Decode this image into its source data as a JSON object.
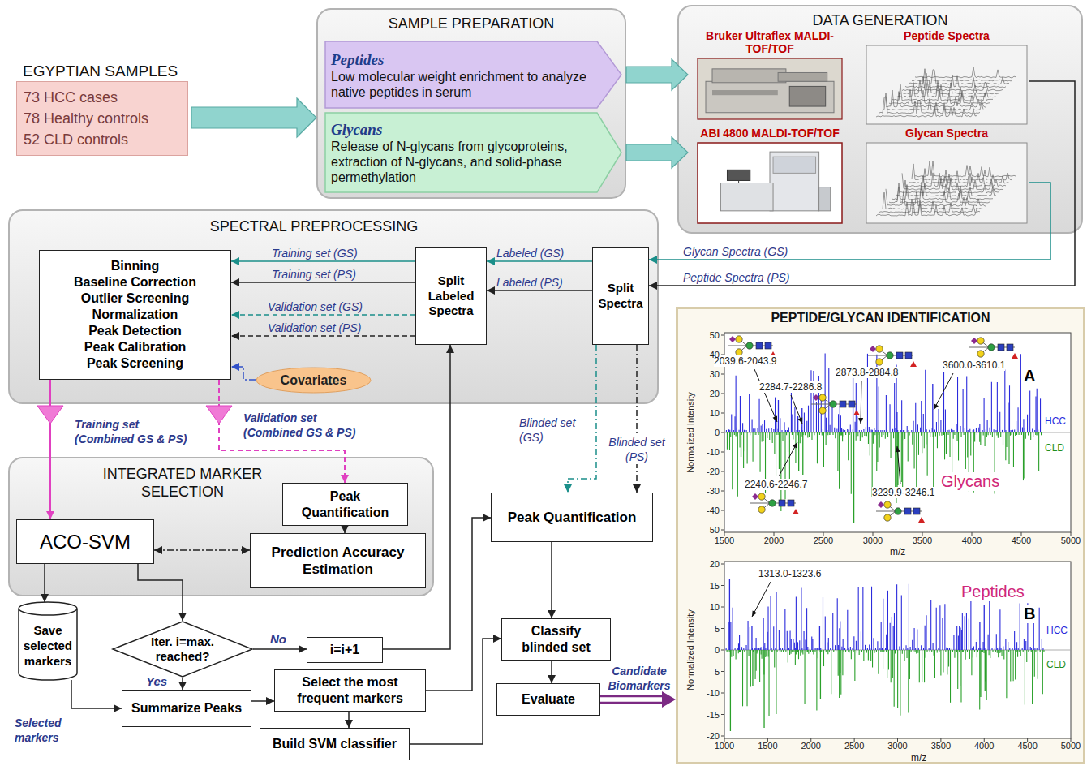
{
  "diagram": {
    "nodes": [
      {
        "text": [
          "EGYPTIAN SAMPLES",
          "73 HCC cases",
          "78 Healthy controls",
          "52 CLD controls"
        ]
      },
      {
        "text": [
          "SAMPLE PREPARATION"
        ]
      },
      {
        "text": [
          "Peptides",
          "Low molecular weight enrichment to analyze native peptides in serum"
        ],
        "in": 1
      },
      {
        "text": [
          "Glycans",
          "Release of N-glycans from glycoproteins, extraction of N-glycans, and solid-phase permethylation"
        ],
        "in": 1
      },
      {
        "text": [
          "DATA GENERATION"
        ]
      },
      {
        "text": [
          "Bruker Ultraflex MALDI-TOF/TOF"
        ],
        "in": 4
      },
      {
        "text": [
          "Peptide Spectra"
        ],
        "in": 4
      },
      {
        "text": [
          "ABI 4800 MALDI-TOF/TOF"
        ],
        "in": 4
      },
      {
        "text": [
          "Glycan Spectra"
        ],
        "in": 4
      },
      {
        "text": [
          "SPECTRAL PREPROCESSING"
        ]
      },
      {
        "text": [
          "Binning",
          "Baseline Correction",
          "Outlier Screening",
          "Normalization",
          "Peak Detection",
          "Peak Calibration",
          "Peak Screening"
        ],
        "in": 9
      },
      {
        "text": [
          "Split Labeled Spectra"
        ],
        "in": 9
      },
      {
        "text": [
          "Split Spectra"
        ],
        "in": 9
      },
      {
        "text": [
          "Covariates"
        ],
        "in": 9
      },
      {
        "text": [
          "INTEGRATED MARKER SELECTION"
        ]
      },
      {
        "text": [
          "ACO-SVM"
        ],
        "in": 14
      },
      {
        "text": [
          "Peak Quantification"
        ],
        "in": 14
      },
      {
        "text": [
          "Prediction Accuracy Estimation"
        ],
        "in": 14
      },
      {
        "text": [
          "Save selected markers"
        ]
      },
      {
        "text": [
          "Iter. i=max. reached?"
        ]
      },
      {
        "text": [
          "i=i+1"
        ]
      },
      {
        "text": [
          "Summarize Peaks"
        ]
      },
      {
        "text": [
          "Select the most frequent markers"
        ]
      },
      {
        "text": [
          "Build SVM classifier"
        ]
      },
      {
        "text": [
          "Peak Quantification"
        ]
      },
      {
        "text": [
          "Classify blinded set"
        ]
      },
      {
        "text": [
          "Evaluate"
        ]
      },
      {
        "text": [
          "PEPTIDE/GLYCAN IDENTIFICATION"
        ]
      }
    ],
    "edges": [
      {
        "from": 0,
        "to": 1,
        "arrow": "to"
      },
      {
        "from": 2,
        "to": 5,
        "arrow": "to"
      },
      {
        "from": 3,
        "to": 7,
        "arrow": "to"
      },
      {
        "from": 8,
        "to": 12,
        "label": "Glycan Spectra (GS)",
        "arrow": "to"
      },
      {
        "from": 6,
        "to": 12,
        "label": "Peptide Spectra (PS)",
        "arrow": "to"
      },
      {
        "from": 12,
        "to": 11,
        "label": "Labeled (GS)",
        "arrow": "to"
      },
      {
        "from": 12,
        "to": 11,
        "label": "Labeled (PS)",
        "arrow": "to"
      },
      {
        "from": 11,
        "to": 10,
        "label": "Training set (GS)",
        "arrow": "to"
      },
      {
        "from": 11,
        "to": 10,
        "label": "Training set (PS)",
        "arrow": "to"
      },
      {
        "from": 11,
        "to": 10,
        "label": "Validation set (GS)",
        "arrow": "to"
      },
      {
        "from": 11,
        "to": 10,
        "label": "Validation set (PS)",
        "arrow": "to"
      },
      {
        "from": 13,
        "to": 10,
        "arrow": "to"
      },
      {
        "from": 10,
        "to": 15,
        "label": "Training set (Combined GS & PS)",
        "arrow": "to"
      },
      {
        "from": 10,
        "to": 16,
        "label": "Validation set (Combined GS & PS)",
        "arrow": "to"
      },
      {
        "from": 16,
        "to": 17,
        "arrow": "to"
      },
      {
        "from": 15,
        "to": 17,
        "arrow": "both"
      },
      {
        "from": 15,
        "to": 18,
        "arrow": "to"
      },
      {
        "from": 15,
        "to": 19,
        "arrow": "to"
      },
      {
        "from": 19,
        "to": 20,
        "label": "No",
        "arrow": "to"
      },
      {
        "from": 20,
        "to": 11,
        "arrow": "to"
      },
      {
        "from": 19,
        "to": 21,
        "label": "Yes",
        "arrow": "to"
      },
      {
        "from": 18,
        "to": 21,
        "label": "Selected markers",
        "arrow": "to"
      },
      {
        "from": 21,
        "to": 22,
        "arrow": "to"
      },
      {
        "from": 22,
        "to": 23,
        "arrow": "to"
      },
      {
        "from": 22,
        "to": 24,
        "arrow": "to"
      },
      {
        "from": 12,
        "to": 24,
        "label": "Blinded set (GS)",
        "arrow": "to"
      },
      {
        "from": 12,
        "to": 24,
        "label": "Blinded set (PS)",
        "arrow": "to"
      },
      {
        "from": 24,
        "to": 25,
        "arrow": "to"
      },
      {
        "from": 23,
        "to": 25,
        "arrow": "to"
      },
      {
        "from": 25,
        "to": 26,
        "arrow": "to"
      },
      {
        "from": 26,
        "to": 27,
        "label": "Candidate Biomarkers",
        "arrow": "to"
      }
    ],
    "labels": [
      "2039.6-2043.9",
      "2284.7-2286.8",
      "2873.8-2884.8",
      "3600.0-3610.1",
      "2240.6-2246.7",
      "3239.9-3246.1",
      "HCC",
      "CLD",
      "Glycans",
      "A",
      "Normalized Intensity",
      "m/z",
      "50",
      "40",
      "30",
      "20",
      "10",
      "0",
      "-10",
      "-20",
      "-30",
      "-40",
      "-50",
      "1500",
      "2000",
      "2500",
      "3000",
      "3500",
      "4000",
      "4500",
      "5000",
      "1313.0-1323.6",
      "HCC",
      "CLD",
      "Peptides",
      "B",
      "Normalized Intensity",
      "m/z",
      "20",
      "15",
      "10",
      "5",
      "0",
      "-5",
      "-10",
      "-15",
      "-20",
      "1000",
      "1500",
      "2000",
      "2500",
      "3000",
      "3500",
      "4000",
      "4500",
      "5000"
    ]
  }
}
